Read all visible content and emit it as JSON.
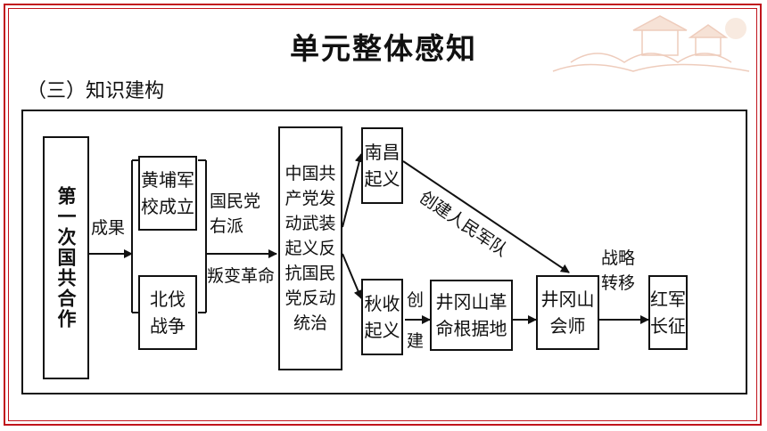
{
  "title": "单元整体感知",
  "subtitle": "（三）知识建构",
  "nodes": {
    "first_coop": "第一次国共合作",
    "huangpu_l1": "黄埔军",
    "huangpu_l2": "校成立",
    "beifa_l1": "北伐",
    "beifa_l2": "战争",
    "ccp_l1": "中国共",
    "ccp_l2": "产党发",
    "ccp_l3": "动武装",
    "ccp_l4": "起义反",
    "ccp_l5": "抗国民",
    "ccp_l6": "党反动",
    "ccp_l7": "统治",
    "nanchang_l1": "南昌",
    "nanchang_l2": "起义",
    "qiushou_l1": "秋收",
    "qiushou_l2": "起义",
    "jgs_base_l1": "井冈山革",
    "jgs_base_l2": "命根据地",
    "jgs_meet_l1": "井冈山",
    "jgs_meet_l2": "会师",
    "longmarch_l1": "红军",
    "longmarch_l2": "长征"
  },
  "labels": {
    "results": "成果",
    "kmt_l1": "国民党",
    "kmt_l2": "右派",
    "kmt_l3": "叛变革命",
    "create_army": "创建人民军队",
    "create_v1": "创",
    "create_v2": "建",
    "strategic_l1": "战略",
    "strategic_l2": "转移"
  },
  "colors": {
    "frame_red": "#c0141c",
    "ink": "#111111"
  }
}
